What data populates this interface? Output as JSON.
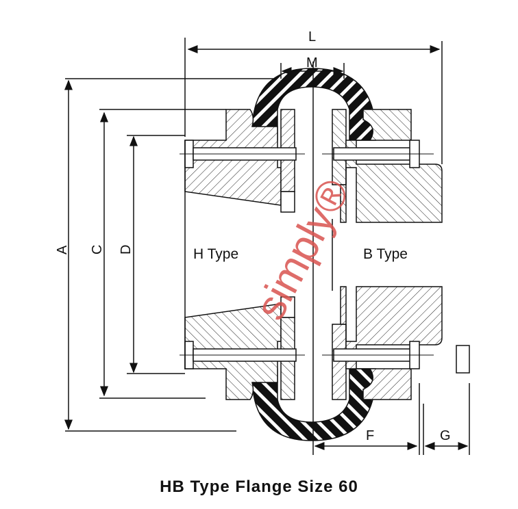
{
  "diagram": {
    "caption": "HB Type Flange Size 60",
    "dimensions": {
      "A": "A",
      "C": "C",
      "D": "D",
      "L": "L",
      "M": "M",
      "F": "F",
      "G": "G"
    },
    "labels": {
      "left": "H Type",
      "right": "B Type"
    },
    "watermark": "simply®",
    "colors": {
      "line": "#111111",
      "watermark": "#d9534f",
      "background": "#ffffff"
    }
  }
}
